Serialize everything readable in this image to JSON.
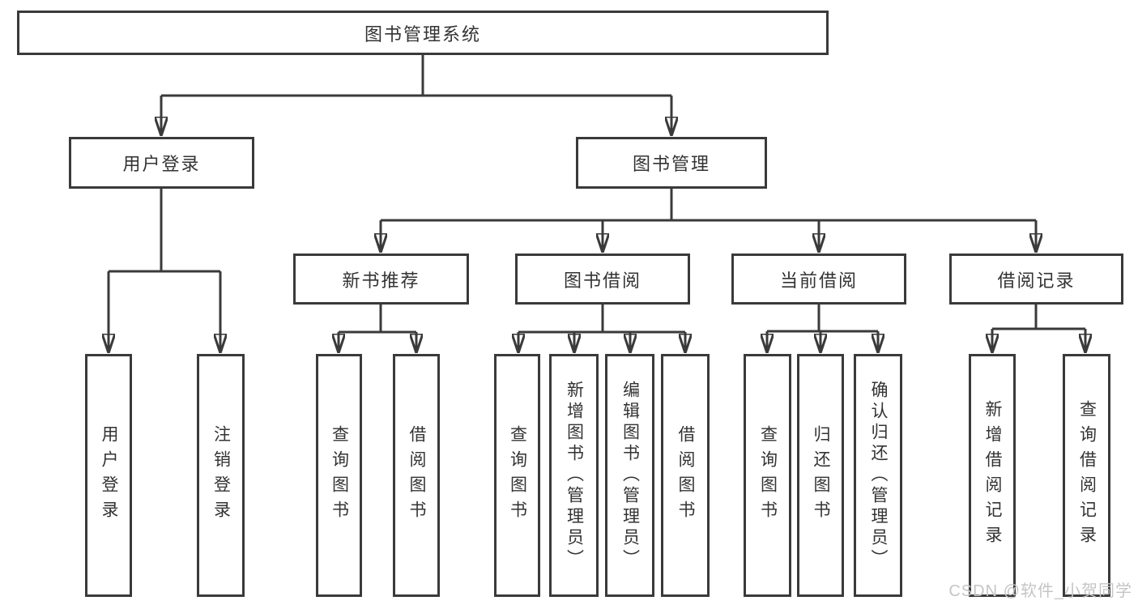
{
  "diagram": {
    "title": "图书管理系统",
    "root": {
      "label": "图书管理系统"
    },
    "level2": [
      {
        "label": "用户登录"
      },
      {
        "label": "图书管理"
      }
    ],
    "level3": [
      {
        "label": "新书推荐"
      },
      {
        "label": "图书借阅"
      },
      {
        "label": "当前借阅"
      },
      {
        "label": "借阅记录"
      }
    ],
    "leaves": [
      {
        "label": "用户登录",
        "parent": "用户登录"
      },
      {
        "label": "注销登录",
        "parent": "用户登录"
      },
      {
        "label": "查询图书",
        "parent": "新书推荐"
      },
      {
        "label": "借阅图书",
        "parent": "新书推荐"
      },
      {
        "label": "查询图书",
        "parent": "图书借阅"
      },
      {
        "label": "新增图书（管理员）",
        "parent": "图书借阅"
      },
      {
        "label": "编辑图书（管理员）",
        "parent": "图书借阅"
      },
      {
        "label": "借阅图书",
        "parent": "图书借阅"
      },
      {
        "label": "查询图书",
        "parent": "当前借阅"
      },
      {
        "label": "归还图书",
        "parent": "当前借阅"
      },
      {
        "label": "确认归还（管理员）",
        "parent": "当前借阅"
      },
      {
        "label": "新增借阅记录",
        "parent": "借阅记录"
      },
      {
        "label": "查询借阅记录",
        "parent": "借阅记录"
      }
    ],
    "colors": {
      "line": "#3a3a3a",
      "box_border": "#3a3a3a",
      "text": "#333333",
      "background": "#ffffff",
      "watermark": "#c5c5c5"
    }
  },
  "watermark": {
    "text": "CSDN @软件_小贺同学"
  }
}
